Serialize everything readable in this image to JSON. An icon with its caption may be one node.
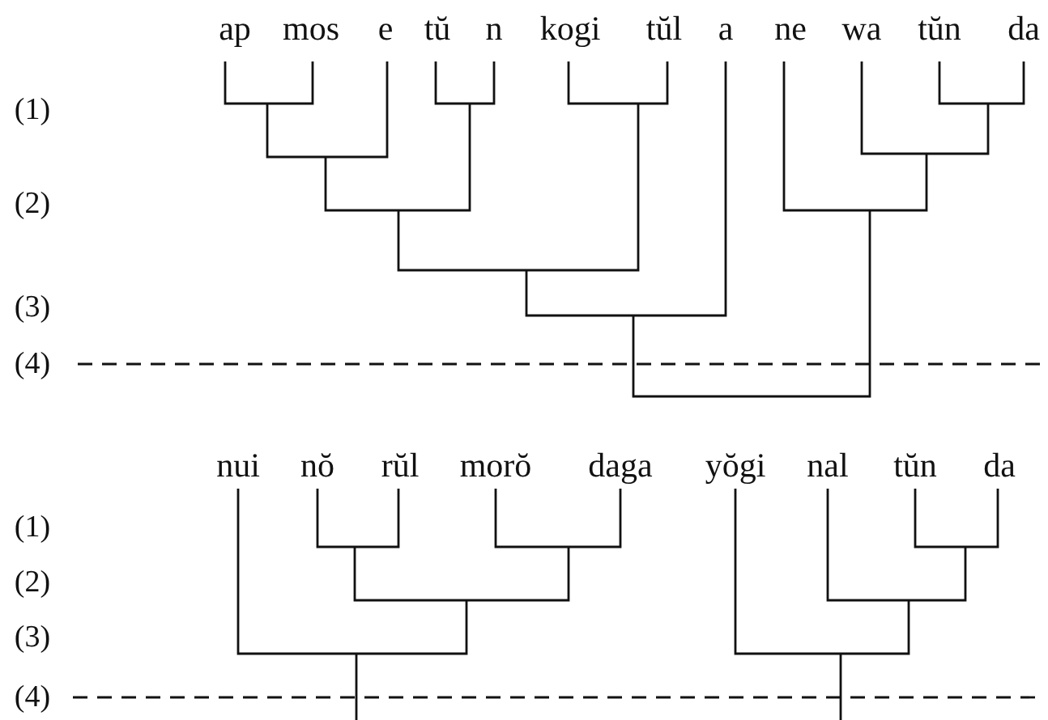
{
  "diagram": {
    "labels": [
      "ap",
      "mos",
      "e",
      "tŭ",
      "n",
      "kogi",
      "tŭl",
      "a",
      "ne",
      "wa",
      "tŭn",
      "da",
      "(1)",
      "(2)",
      "(3)",
      "(4)",
      "nui",
      "nŏ",
      "rŭl",
      "morŏ",
      "daga",
      "yŏgi",
      "nal",
      "tŭn",
      "da",
      "(1)",
      "(2)",
      "(3)",
      "(4)"
    ]
  }
}
